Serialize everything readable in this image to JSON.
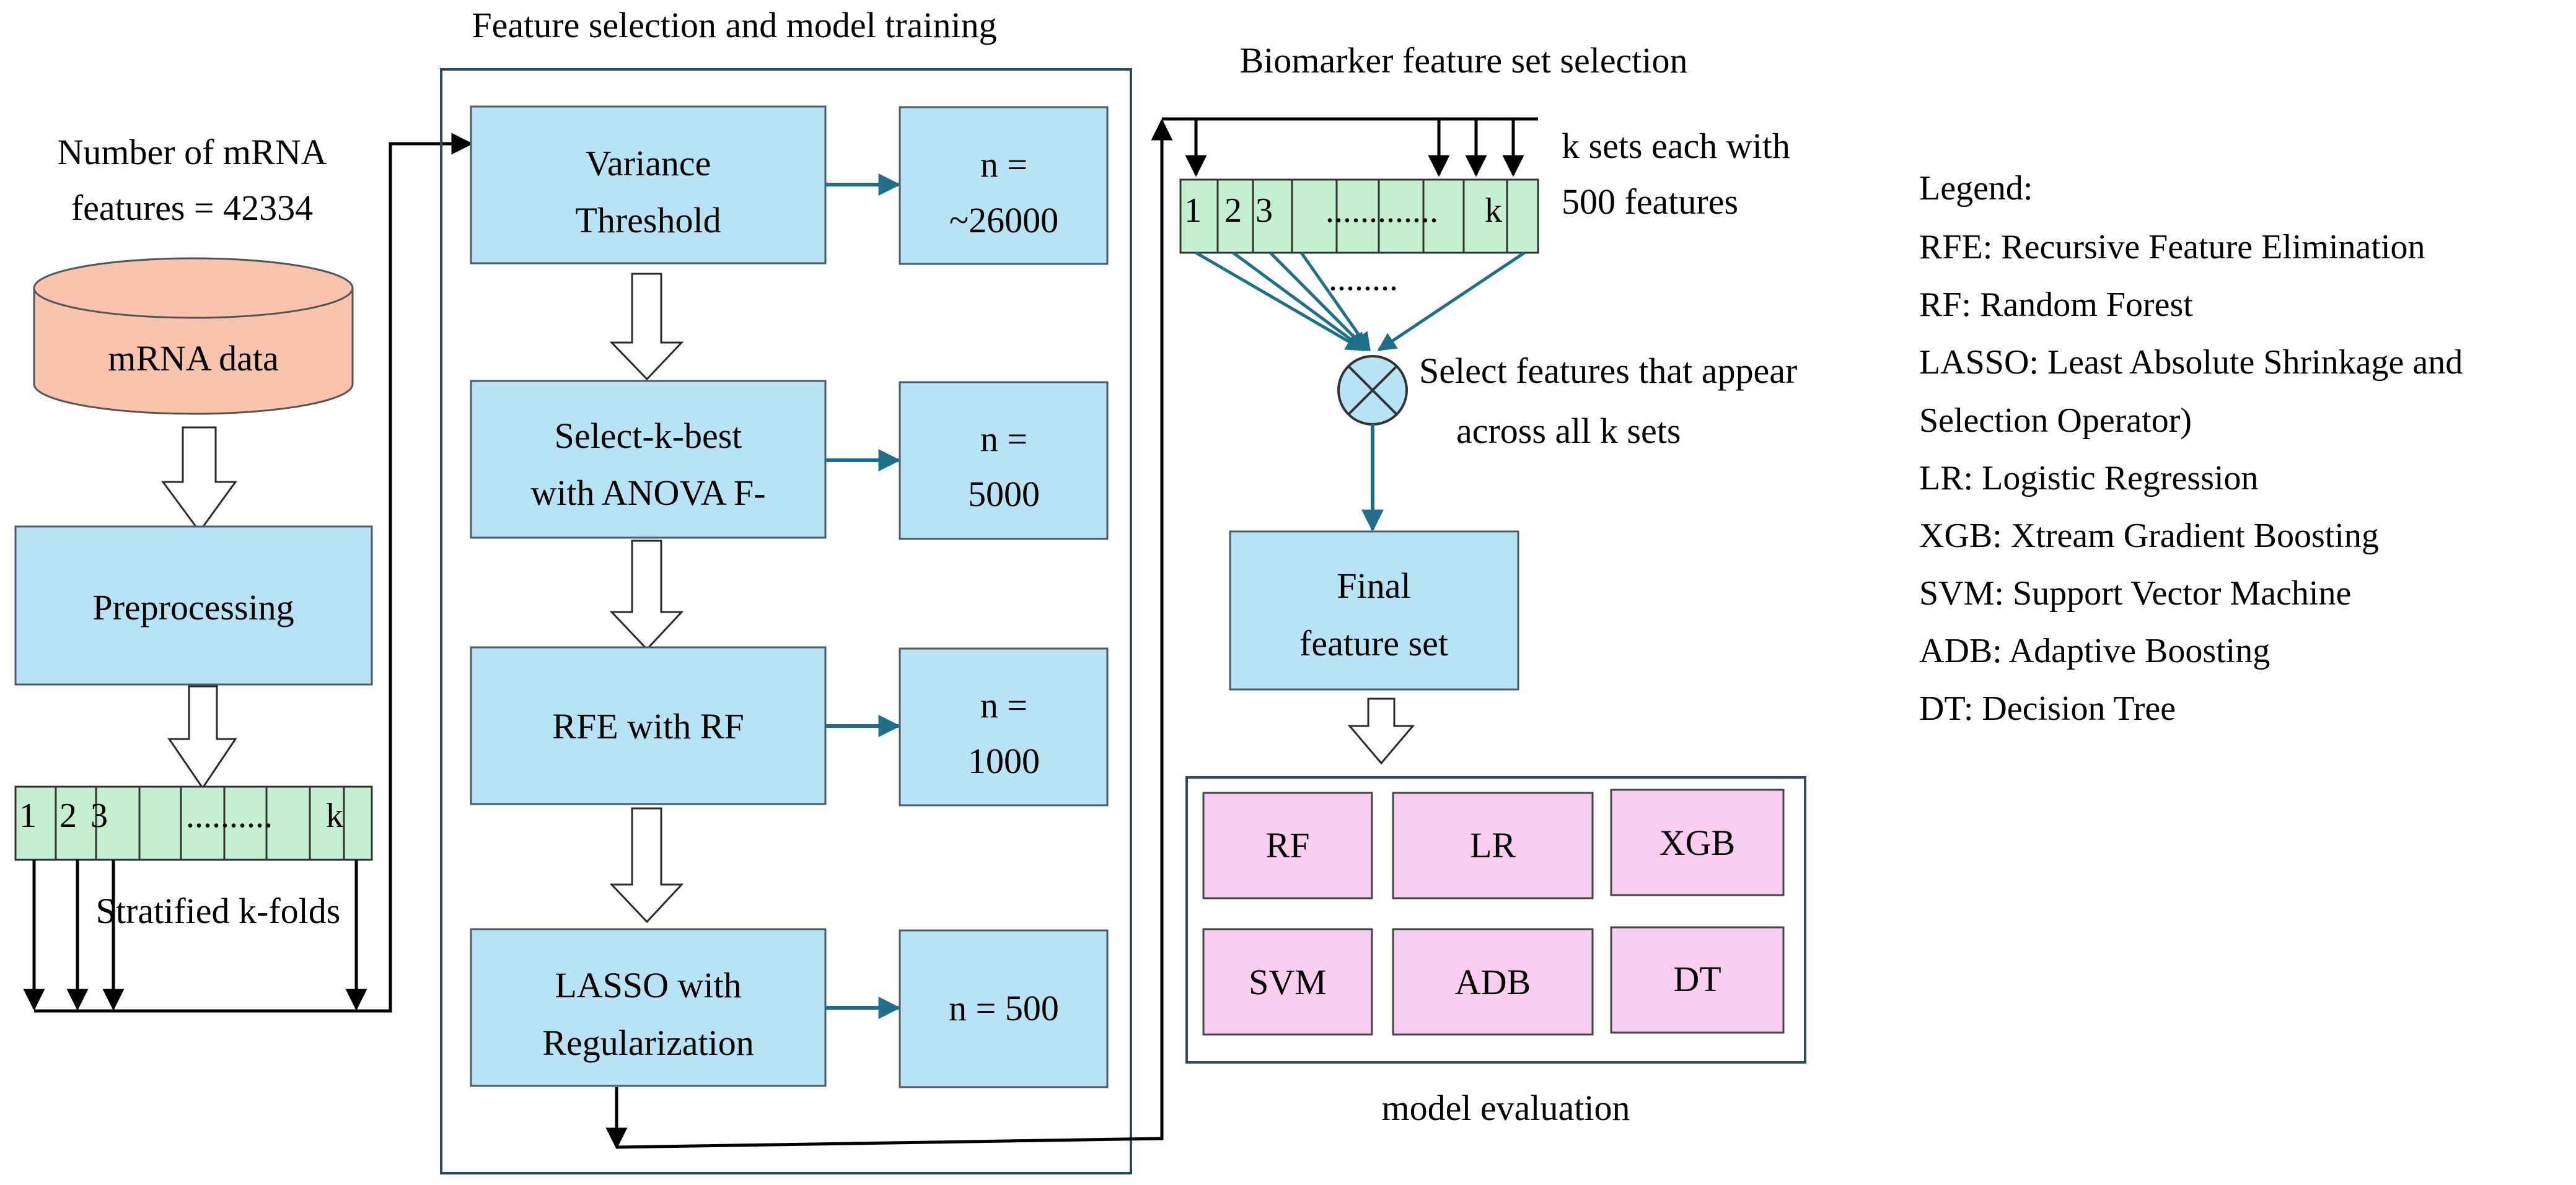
{
  "colors": {
    "box_blue": "#b7e3f4",
    "box_border": "#4a5a66",
    "arrow_teal": "#1f6f8b",
    "cylinder_fill": "#f8c4ae",
    "fold_green": "#c4f0d0",
    "model_pink": "#f9cdef",
    "frame": "#2e4a5a"
  },
  "input": {
    "count_line1": "Number of mRNA",
    "count_line2": "features = 42334",
    "db_label": "mRNA data",
    "preprocessing": "Preprocessing",
    "folds_caption": "Stratified k-folds",
    "fold_cells": [
      "1",
      "2",
      "3",
      "..........",
      "k"
    ]
  },
  "training": {
    "title": "Feature selection and model training",
    "steps": [
      {
        "line1": "Variance",
        "line2": "Threshold",
        "n1": "n =",
        "n2": "~26000"
      },
      {
        "line1": "Select-k-best",
        "line2": "with ANOVA F-",
        "n1": "n =",
        "n2": "5000"
      },
      {
        "line1": "RFE with RF",
        "line2": "",
        "n1": "n =",
        "n2": "1000"
      },
      {
        "line1": "LASSO with",
        "line2": "Regularization",
        "n1": "n = 500",
        "n2": ""
      }
    ]
  },
  "biomarker": {
    "title": "Biomarker feature set selection",
    "ksets_line1": "k sets each with",
    "ksets_line2": "500 features",
    "cells": [
      "1",
      "2",
      "3",
      ".............",
      "k"
    ],
    "dots": "........",
    "select_line1": "Select features that appear",
    "select_line2": "across all k sets",
    "final_line1": "Final",
    "final_line2": "feature set"
  },
  "evaluation": {
    "caption": "model evaluation",
    "models": [
      "RF",
      "LR",
      "XGB",
      "SVM",
      "ADB",
      "DT"
    ]
  },
  "legend": {
    "title": "Legend:",
    "items": [
      "RFE: Recursive Feature Elimination",
      "RF: Random Forest",
      "LASSO: Least Absolute Shrinkage and",
      "Selection Operator)",
      "LR: Logistic Regression",
      "XGB: Xtream Gradient Boosting",
      "SVM: Support Vector Machine",
      "ADB: Adaptive Boosting",
      "DT: Decision Tree"
    ]
  }
}
